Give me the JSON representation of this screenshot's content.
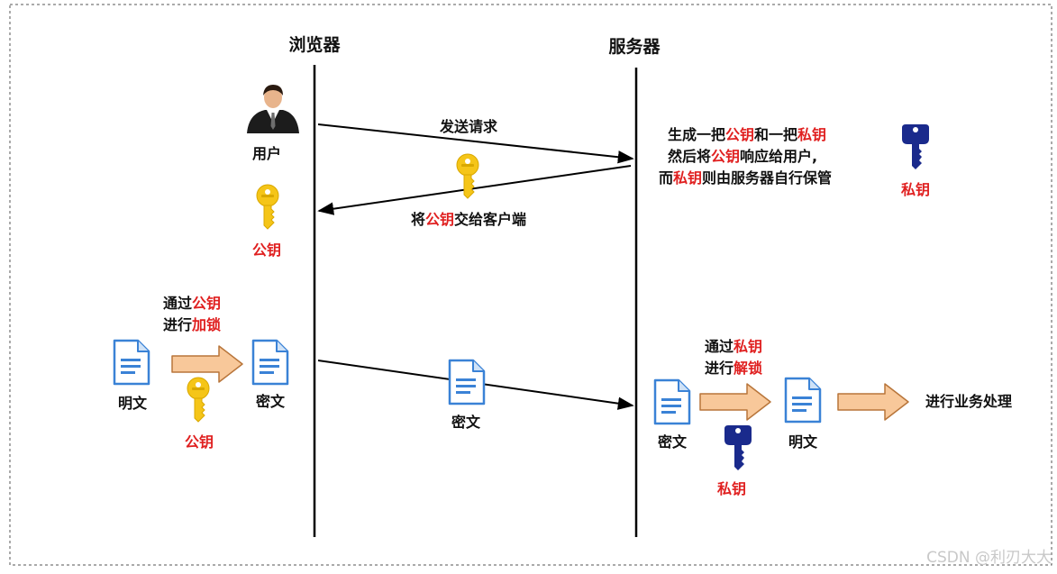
{
  "lanes": {
    "browser": "浏览器",
    "server": "服务器"
  },
  "user_label": "用户",
  "messages": {
    "request": "发送请求",
    "send_key": {
      "pre": "将",
      "hl": "公钥",
      "post": "交给客户端"
    },
    "ciphertext": "密文"
  },
  "server_note": {
    "line1": {
      "a": "生成一把",
      "b": "公钥",
      "c": "和一把",
      "d": "私钥"
    },
    "line2": {
      "a": "然后将",
      "b": "公钥",
      "c": "响应给用户,"
    },
    "line3": {
      "a": "而",
      "b": "私钥",
      "c": "则由服务器自行保管"
    }
  },
  "keys": {
    "public": "公钥",
    "private": "私钥"
  },
  "encrypt": {
    "line1_pre": "通过",
    "line1_hl": "公钥",
    "line2_pre": "进行",
    "line2_hl": "加锁"
  },
  "decrypt": {
    "line1_pre": "通过",
    "line1_hl": "私钥",
    "line2_pre": "进行",
    "line2_hl": "解锁"
  },
  "docs": {
    "plain": "明文",
    "cipher": "密文"
  },
  "final_step": "进行业务处理",
  "watermark": "CSDN @利刃大大",
  "colors": {
    "highlight": "#e02020",
    "public_key": "#f5c518",
    "private_key": "#1a2a8c",
    "doc": "#3a82d6",
    "arrow_fill": "#f8c89a",
    "arrow_stroke": "#b8753a"
  }
}
